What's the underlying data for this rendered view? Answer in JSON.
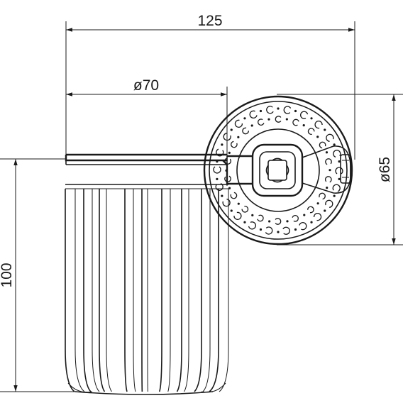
{
  "dimensions": {
    "total_width": "125",
    "cup_diameter": "ø70",
    "rosette_diameter": "ø65",
    "cup_height": "100"
  },
  "colors": {
    "ink": "#1a1a1a",
    "background": "#ffffff"
  }
}
